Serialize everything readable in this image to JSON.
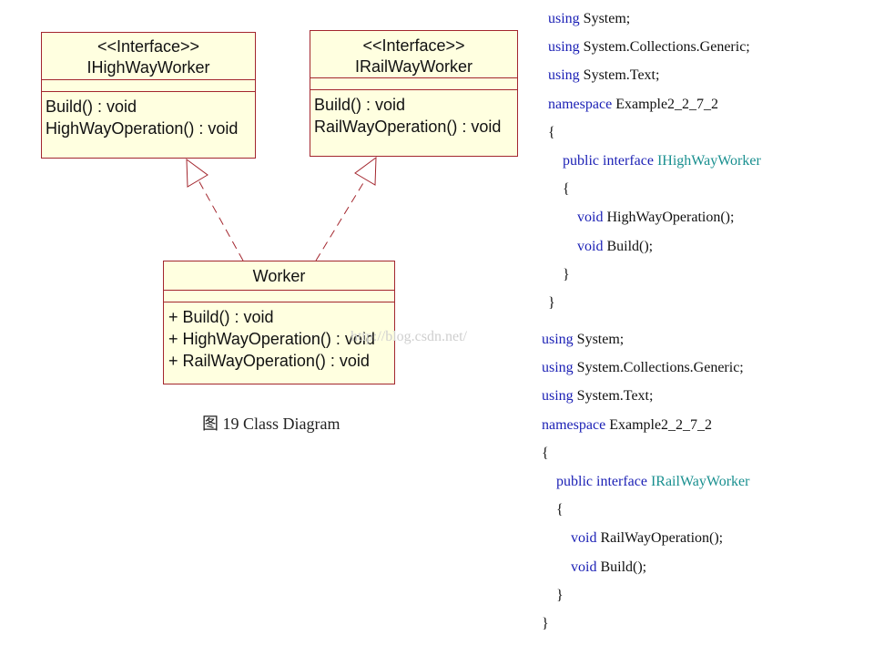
{
  "diagram": {
    "interfaces": [
      {
        "stereotype": "<<Interface>>",
        "name": "IHighWayWorker",
        "operations": [
          "Build() : void",
          "HighWayOperation() : void"
        ]
      },
      {
        "stereotype": "<<Interface>>",
        "name": "IRailWayWorker",
        "operations": [
          "Build() : void",
          "RailWayOperation() : void"
        ]
      }
    ],
    "class": {
      "name": "Worker",
      "operations": [
        "+ Build() : void",
        "+ HighWayOperation() : void",
        "+ RailWayOperation() : void"
      ]
    },
    "caption": "图 19 Class Diagram",
    "watermark": "http://blog.csdn.net/",
    "line_color": "#a3262e",
    "box_fill": "#ffffe0"
  },
  "code_blocks": [
    {
      "lines": [
        [
          {
            "t": "using",
            "c": "kw"
          },
          {
            "t": " System;",
            "c": "pl"
          }
        ],
        [
          {
            "t": "using",
            "c": "kw"
          },
          {
            "t": " System.Collections.Generic;",
            "c": "pl"
          }
        ],
        [
          {
            "t": "using",
            "c": "kw"
          },
          {
            "t": " System.Text;",
            "c": "pl"
          }
        ],
        [
          {
            "t": "namespace",
            "c": "kw"
          },
          {
            "t": " Example2_2_7_2",
            "c": "pl"
          }
        ],
        [
          {
            "t": "{",
            "c": "pl"
          }
        ],
        [
          {
            "t": "    public interface ",
            "c": "kw"
          },
          {
            "t": "IHighWayWorker",
            "c": "ty"
          }
        ],
        [
          {
            "t": "    {",
            "c": "pl"
          }
        ],
        [
          {
            "t": "        void ",
            "c": "kw"
          },
          {
            "t": "HighWayOperation();",
            "c": "pl"
          }
        ],
        [
          {
            "t": "        void ",
            "c": "kw"
          },
          {
            "t": "Build();",
            "c": "pl"
          }
        ],
        [
          {
            "t": "    }",
            "c": "pl"
          }
        ],
        [
          {
            "t": "}",
            "c": "pl"
          }
        ]
      ]
    },
    {
      "lines": [
        [
          {
            "t": "using",
            "c": "kw"
          },
          {
            "t": " System;",
            "c": "pl"
          }
        ],
        [
          {
            "t": "using",
            "c": "kw"
          },
          {
            "t": " System.Collections.Generic;",
            "c": "pl"
          }
        ],
        [
          {
            "t": "using",
            "c": "kw"
          },
          {
            "t": " System.Text;",
            "c": "pl"
          }
        ],
        [
          {
            "t": "namespace",
            "c": "kw"
          },
          {
            "t": " Example2_2_7_2",
            "c": "pl"
          }
        ],
        [
          {
            "t": "{",
            "c": "pl"
          }
        ],
        [
          {
            "t": "    public interface ",
            "c": "kw"
          },
          {
            "t": "IRailWayWorker",
            "c": "ty"
          }
        ],
        [
          {
            "t": "    {",
            "c": "pl"
          }
        ],
        [
          {
            "t": "        void ",
            "c": "kw"
          },
          {
            "t": "RailWayOperation();",
            "c": "pl"
          }
        ],
        [
          {
            "t": "        void ",
            "c": "kw"
          },
          {
            "t": "Build();",
            "c": "pl"
          }
        ],
        [
          {
            "t": "    }",
            "c": "pl"
          }
        ],
        [
          {
            "t": "}",
            "c": "pl"
          }
        ]
      ]
    }
  ]
}
